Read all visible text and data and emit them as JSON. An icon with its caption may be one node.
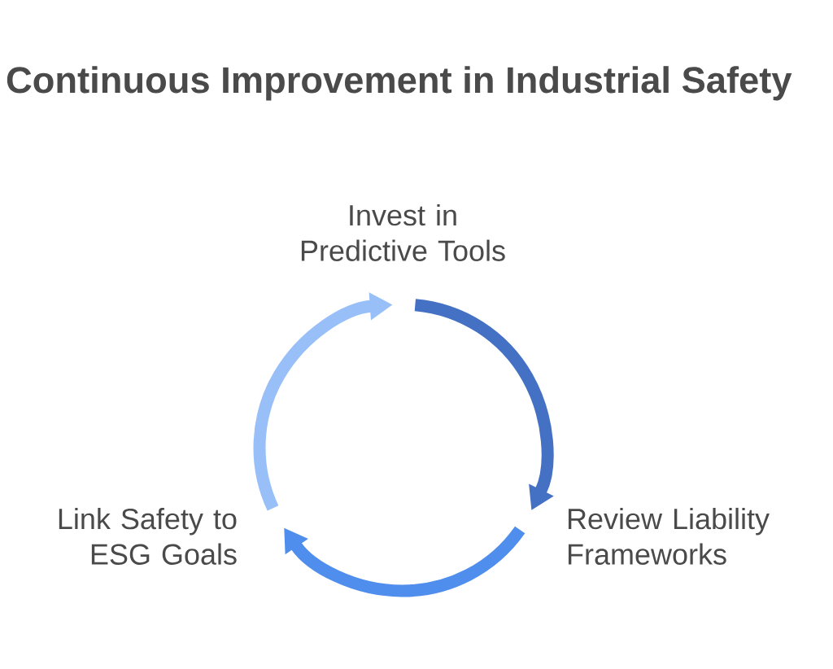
{
  "diagram": {
    "title": "Continuous Improvement in Industrial Safety",
    "nodes": [
      {
        "text": [
          "Invest in Predictive Tools"
        ]
      },
      {
        "text": [
          "Review Liability Frameworks"
        ]
      },
      {
        "text": [
          "Link Safety to ESG Goals"
        ]
      }
    ],
    "edges": [
      {
        "from": 0,
        "to": 1,
        "arrow": "to",
        "color": "#4571c4"
      },
      {
        "from": 1,
        "to": 2,
        "arrow": "to",
        "color": "#4f8eec"
      },
      {
        "from": 2,
        "to": 0,
        "arrow": "to",
        "color": "#98bff8"
      }
    ]
  }
}
